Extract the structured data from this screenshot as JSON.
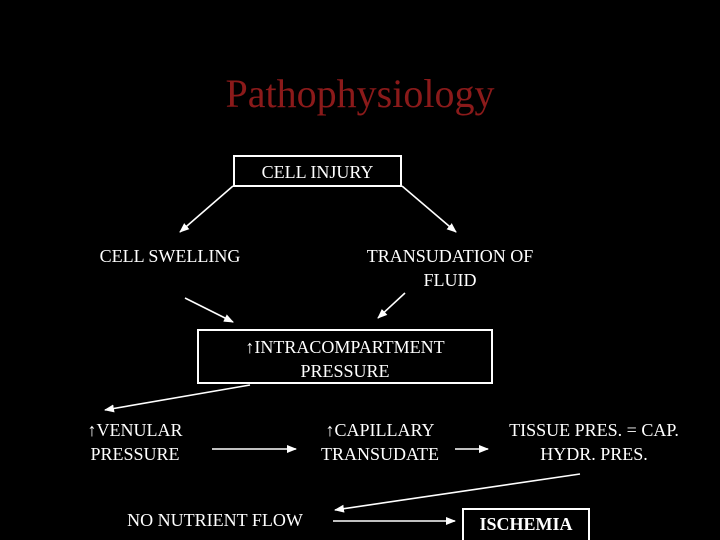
{
  "slide": {
    "title": "Pathophysiology",
    "title_color": "#8b1a1a",
    "background": "#000000"
  },
  "diagram": {
    "cell_injury": "CELL INJURY",
    "cell_swelling": "CELL SWELLING",
    "transudation": [
      "TRANSUDATION OF",
      "FLUID"
    ],
    "intracompartment": [
      "INTRACOMPARTMENT",
      "PRESSURE"
    ],
    "venular": [
      "VENULAR",
      "PRESSURE"
    ],
    "capillary": [
      "CAPILLARY",
      "TRANSUDATE"
    ],
    "tissue_pres": [
      "TISSUE PRES. =  CAP.",
      "HYDR. PRES."
    ],
    "no_nutrient_flow": "NO NUTRIENT FLOW",
    "ischemia": "ISCHEMIA",
    "increase_symbol": "↑"
  }
}
